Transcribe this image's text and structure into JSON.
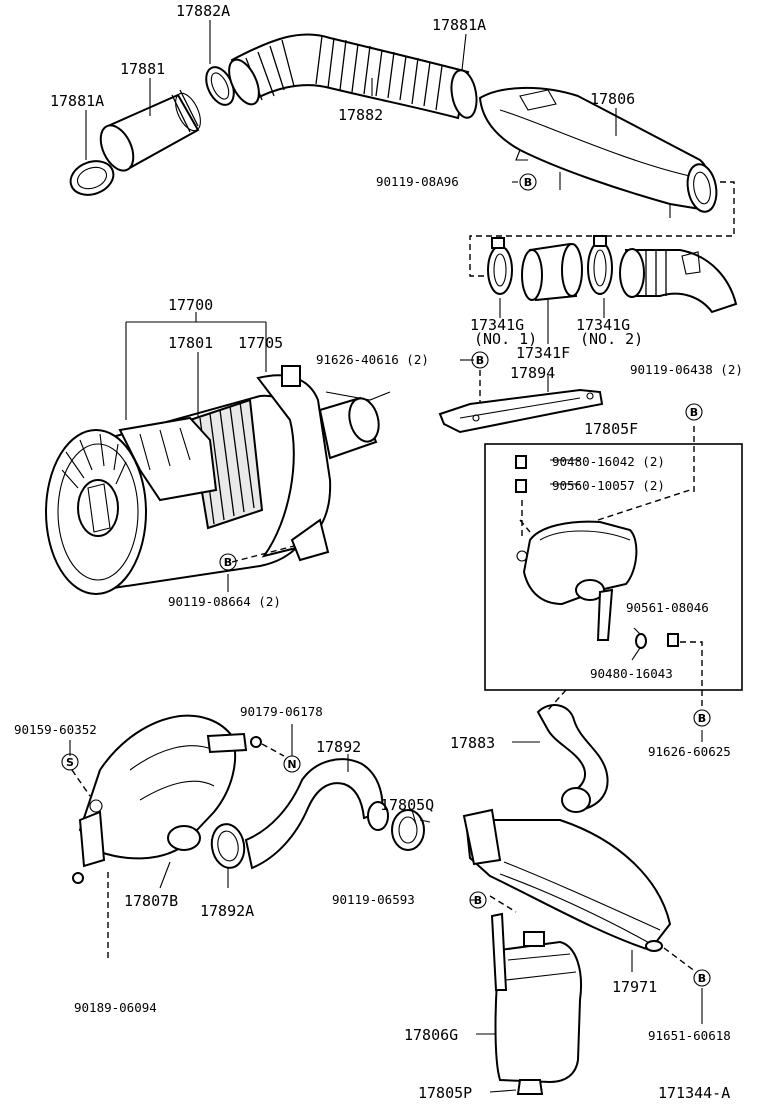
{
  "diagram_code": "171344-A",
  "badges": {
    "b": "B",
    "s": "S",
    "n": "N"
  },
  "parts": {
    "p17882A": "17882A",
    "p17881A_top": "17881A",
    "p17881": "17881",
    "p17881A_left": "17881A",
    "p17882": "17882",
    "p17806": "17806",
    "p90119_08A96": "90119-08A96",
    "p17341G_1": "17341G",
    "p17341G_1_note": "(NO. 1)",
    "p17341F": "17341F",
    "p17341G_2": "17341G",
    "p17341G_2_note": "(NO. 2)",
    "p17700": "17700",
    "p17801": "17801",
    "p17705": "17705",
    "p91626_40616": "91626-40616 (2)",
    "p17894": "17894",
    "p90119_06438": "90119-06438 (2)",
    "p17805F": "17805F",
    "p90480_16042": "90480-16042 (2)",
    "p90560_10057": "90560-10057 (2)",
    "p90561_08046": "90561-08046",
    "p90480_16043": "90480-16043",
    "p90119_08664": "90119-08664 (2)",
    "p91626_60625": "91626-60625",
    "p90159_60352": "90159-60352",
    "p90179_06178": "90179-06178",
    "p17892": "17892",
    "p17805Q": "17805Q",
    "p17883": "17883",
    "p17807B": "17807B",
    "p17892A": "17892A",
    "p90119_06593": "90119-06593",
    "p17971": "17971",
    "p90189_06094": "90189-06094",
    "p17806G": "17806G",
    "p91651_60618": "91651-60618",
    "p17805P": "17805P"
  }
}
